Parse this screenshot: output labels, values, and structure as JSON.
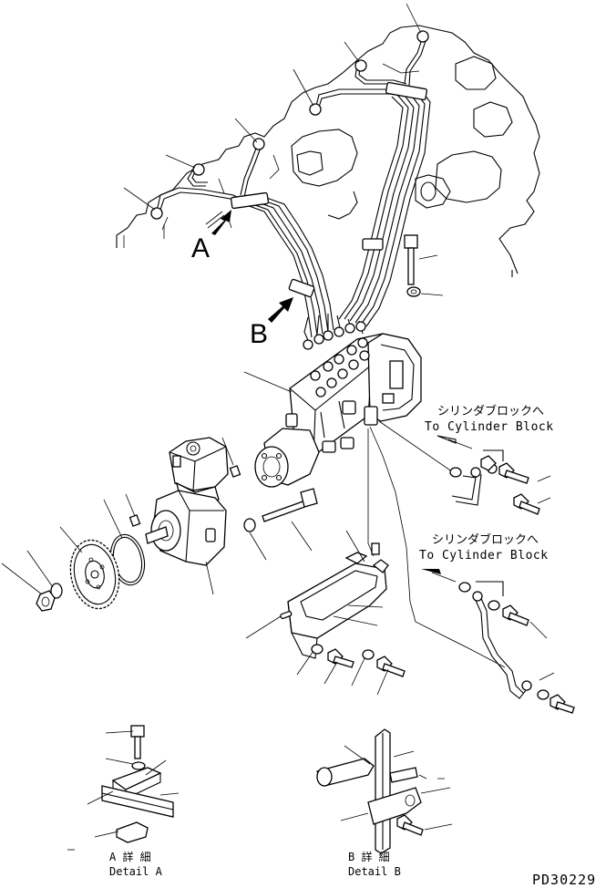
{
  "labels": {
    "marker_a": "A",
    "marker_b": "B",
    "cyl_block_1_jp": "シリンダブロックへ",
    "cyl_block_1_en": "To Cylinder Block",
    "cyl_block_2_jp": "シリンダブロックへ",
    "cyl_block_2_en": "To Cylinder Block",
    "detail_a_jp": "A 詳 細",
    "detail_a_en": "Detail A",
    "detail_b_jp": "B 詳 細",
    "detail_b_en": "Detail B",
    "figure_code": "PD30229"
  }
}
